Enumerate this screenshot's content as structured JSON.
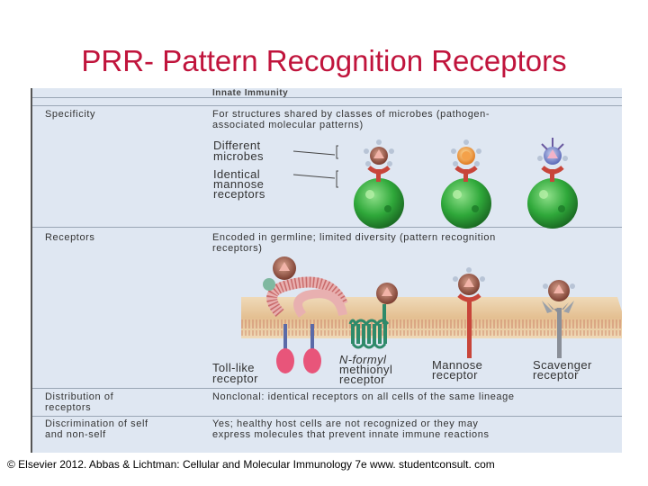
{
  "slide": {
    "title": "PRR- Pattern Recognition Receptors"
  },
  "table": {
    "header": "Innate Immunity",
    "rows": [
      {
        "label": [
          "Specificity"
        ],
        "value": [
          "For structures shared by classes of microbes (pathogen-",
          "associated molecular patterns)"
        ]
      },
      {
        "label": [
          "Receptors"
        ],
        "value": [
          "Encoded in germline; limited diversity (pattern recognition",
          "receptors)"
        ]
      },
      {
        "label": [
          "Distribution of",
          "receptors"
        ],
        "value": [
          "Nonclonal: identical receptors on all cells of the same lineage"
        ]
      },
      {
        "label": [
          "Discrimination of self",
          "and non-self"
        ],
        "value": [
          "Yes; healthy host cells are not recognized or they may",
          "express molecules that prevent innate immune reactions"
        ]
      }
    ]
  },
  "figure": {
    "labels": {
      "different_microbes": [
        "Different",
        "microbes"
      ],
      "identical_receptors": [
        "Identical",
        "mannose",
        "receptors"
      ]
    },
    "receptors": [
      {
        "name": [
          "Toll-like",
          "receptor"
        ]
      },
      {
        "name": [
          "N-formyl",
          "methionyl",
          "receptor"
        ]
      },
      {
        "name": [
          "Mannose",
          "receptor"
        ]
      },
      {
        "name": [
          "Scavenger",
          "receptor"
        ]
      }
    ],
    "colors": {
      "panel_bg": "#dfe7f2",
      "cell_green": "#2fa83a",
      "receptor_red": "#c8453a",
      "microbe_brown": "#8a4a3c",
      "membrane": "#e7c9a0",
      "tlr_pink": "#e8557a",
      "scavenger_gray": "#8a8f98"
    }
  },
  "caption": "© Elsevier 2012. Abbas & Lichtman: Cellular and Molecular Immunology 7e www. studentconsult. com"
}
